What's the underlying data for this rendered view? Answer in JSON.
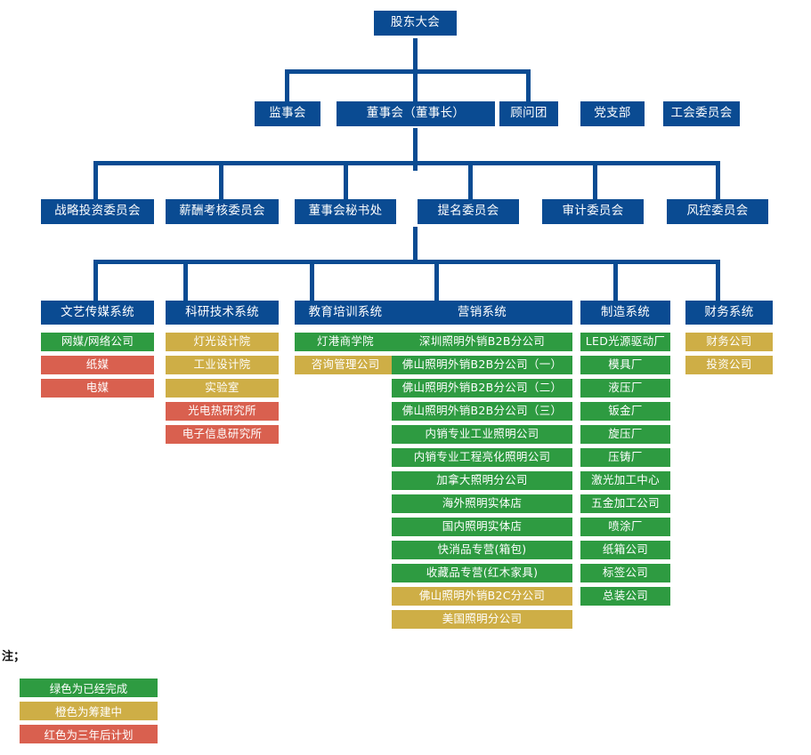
{
  "diagram": {
    "title_node": {
      "label": "股东大会"
    },
    "row2": [
      {
        "label": "监事会"
      },
      {
        "label": "董事会（董事长）"
      },
      {
        "label": "顾问团"
      },
      {
        "label": "党支部"
      },
      {
        "label": "工会委员会"
      }
    ],
    "row3": [
      {
        "label": "战略投资委员会"
      },
      {
        "label": "薪酬考核委员会"
      },
      {
        "label": "董事会秘书处"
      },
      {
        "label": "提名委员会"
      },
      {
        "label": "审计委员会"
      },
      {
        "label": "风控委员会"
      }
    ],
    "systems": [
      {
        "header": "文艺传媒系统",
        "items": [
          {
            "label": "网媒/网络公司",
            "status": "green"
          },
          {
            "label": "纸媒",
            "status": "red"
          },
          {
            "label": "电媒",
            "status": "red"
          }
        ]
      },
      {
        "header": "科研技术系统",
        "items": [
          {
            "label": "灯光设计院",
            "status": "gold"
          },
          {
            "label": "工业设计院",
            "status": "gold"
          },
          {
            "label": "实验室",
            "status": "gold"
          },
          {
            "label": "光电热研究所",
            "status": "red"
          },
          {
            "label": "电子信息研究所",
            "status": "red"
          }
        ]
      },
      {
        "header": "教育培训系统",
        "items": [
          {
            "label": "灯港商学院",
            "status": "green"
          },
          {
            "label": "咨询管理公司",
            "status": "gold"
          }
        ]
      },
      {
        "header": "营销系统",
        "items": [
          {
            "label": "深圳照明外销B2B分公司",
            "status": "green"
          },
          {
            "label": "佛山照明外销B2B分公司（一）",
            "status": "green"
          },
          {
            "label": "佛山照明外销B2B分公司（二）",
            "status": "green"
          },
          {
            "label": "佛山照明外销B2B分公司（三）",
            "status": "green"
          },
          {
            "label": "内销专业工业照明公司",
            "status": "green"
          },
          {
            "label": "内销专业工程亮化照明公司",
            "status": "green"
          },
          {
            "label": "加拿大照明分公司",
            "status": "green"
          },
          {
            "label": "海外照明实体店",
            "status": "green"
          },
          {
            "label": "国内照明实体店",
            "status": "green"
          },
          {
            "label": "快消品专营(箱包)",
            "status": "green"
          },
          {
            "label": "收藏品专营(红木家具)",
            "status": "green"
          },
          {
            "label": "佛山照明外销B2C分公司",
            "status": "gold"
          },
          {
            "label": "美国照明分公司",
            "status": "gold"
          }
        ]
      },
      {
        "header": "制造系统",
        "items": [
          {
            "label": "LED光源驱动厂",
            "status": "green"
          },
          {
            "label": "模具厂",
            "status": "green"
          },
          {
            "label": "液压厂",
            "status": "green"
          },
          {
            "label": "钣金厂",
            "status": "green"
          },
          {
            "label": "旋压厂",
            "status": "green"
          },
          {
            "label": "压铸厂",
            "status": "green"
          },
          {
            "label": "激光加工中心",
            "status": "green"
          },
          {
            "label": "五金加工公司",
            "status": "green"
          },
          {
            "label": "喷涂厂",
            "status": "green"
          },
          {
            "label": "纸箱公司",
            "status": "green"
          },
          {
            "label": "标签公司",
            "status": "green"
          },
          {
            "label": "总装公司",
            "status": "green"
          }
        ]
      },
      {
        "header": "财务系统",
        "items": [
          {
            "label": "财务公司",
            "status": "gold"
          },
          {
            "label": "投资公司",
            "status": "gold"
          }
        ]
      }
    ]
  },
  "legend": {
    "note_label": "注；",
    "items": [
      {
        "label": "绿色为已经完成",
        "status": "green"
      },
      {
        "label": "橙色为筹建中",
        "status": "gold"
      },
      {
        "label": "红色为三年后计划",
        "status": "red"
      }
    ]
  },
  "colors": {
    "navy": "#0a4b92",
    "green": "#2e9b41",
    "gold": "#ceae46",
    "red": "#d9604f",
    "text_on_fill": "#ffffff"
  }
}
